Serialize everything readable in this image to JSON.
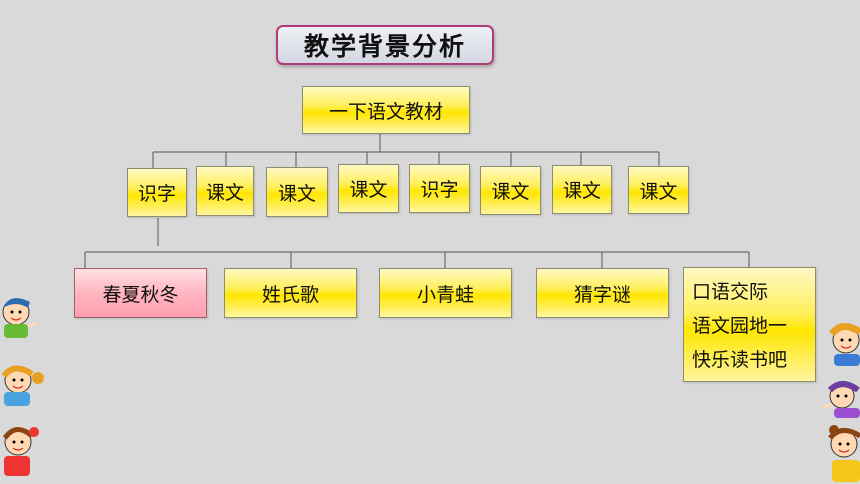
{
  "title": "教学背景分析",
  "root": "一下语文教材",
  "level2": [
    "识字",
    "课文",
    "课文",
    "课文",
    "识字",
    "课文",
    "课文",
    "课文"
  ],
  "level3": [
    "春夏秋冬",
    "姓氏歌",
    "小青蛙",
    "猜字谜"
  ],
  "level3_multi": [
    "口语交际",
    "语文园地一",
    "快乐读书吧"
  ],
  "colors": {
    "background": "#d9d9d9",
    "node": "#ffe600",
    "highlight": "#ffb6c1",
    "title_border": "#b33a7a"
  }
}
